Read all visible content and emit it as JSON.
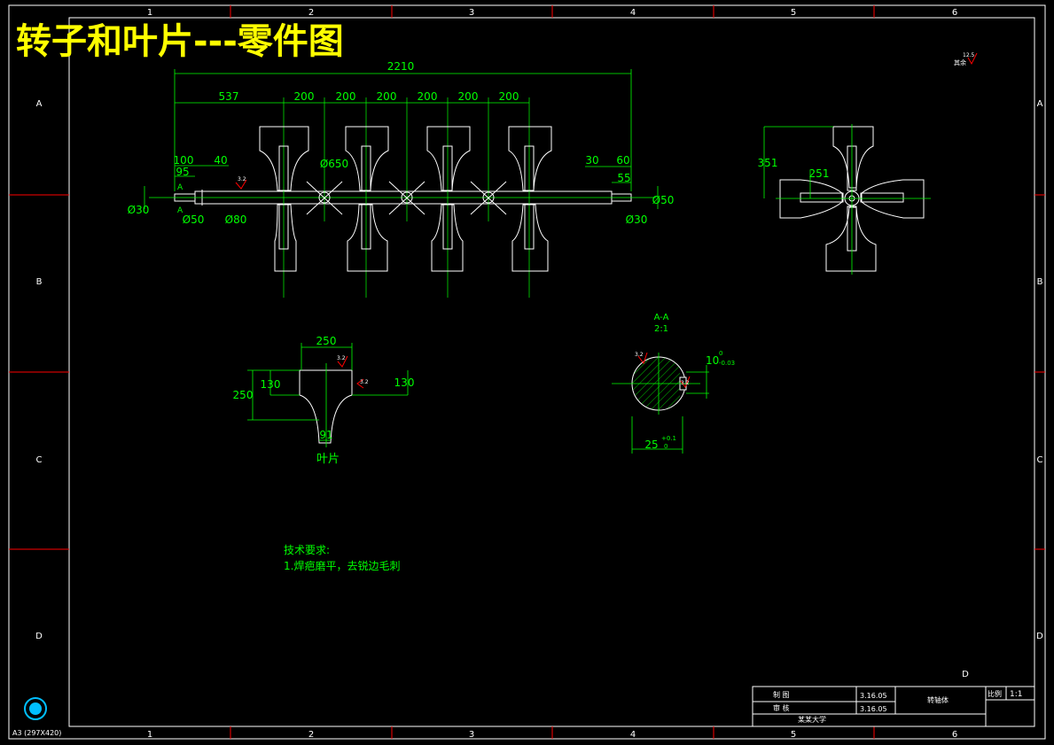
{
  "title": "转子和叶片---零件图",
  "colors": {
    "background": "#000000",
    "frame": "#ffffff",
    "zone_divider": "#ff0000",
    "dimension": "#00ff00",
    "title": "#ffff00",
    "roughness": "#ff0000"
  },
  "border": {
    "top_columns": [
      "1",
      "2",
      "3",
      "4",
      "5",
      "6"
    ],
    "bottom_columns": [
      "1",
      "2",
      "3",
      "4",
      "5",
      "6"
    ],
    "left_rows": [
      "A",
      "B",
      "C",
      "D"
    ],
    "right_rows": [
      "A",
      "B",
      "C",
      "D"
    ],
    "paper_size": "A3 (297X420)"
  },
  "rotor_view": {
    "dims": {
      "overall": "2210",
      "first": "537",
      "pitch": [
        "200",
        "200",
        "200",
        "200",
        "200",
        "200"
      ],
      "d100": "100",
      "d95": "95",
      "d40": "40",
      "d30": "30",
      "d60": "60",
      "d55": "55",
      "dia650": "Ø650",
      "dia30_left": "Ø30",
      "dia50_left": "Ø50",
      "dia80": "Ø80",
      "dia50_right": "Ø50",
      "dia30_right": "Ø30"
    },
    "section_mark_top": "A",
    "section_mark_bottom": "A",
    "roughness_top": "3.2"
  },
  "end_view": {
    "dims": {
      "d351": "351",
      "d251": "251"
    }
  },
  "blade_view": {
    "caption": "叶片",
    "dims": {
      "top": "250",
      "left_outer": "250",
      "left_inner": "130",
      "right": "130",
      "bottom": "91"
    },
    "roughness": [
      "3.2",
      "3.2"
    ]
  },
  "section_view": {
    "label": "A-A",
    "scale": "2:1",
    "dims": {
      "width": "10",
      "width_tol_upper": "0",
      "width_tol_lower": "-0.03",
      "diameter": "25",
      "dia_tol_upper": "+0.1",
      "dia_tol_lower": "0"
    },
    "roughness": [
      "3.2",
      "3.2"
    ]
  },
  "top_right_roughness": {
    "value": "12.5",
    "note": "其余"
  },
  "notes": {
    "title": "技术要求:",
    "items": [
      "1.焊疤磨平，去锐边毛刺"
    ]
  },
  "title_block": {
    "drawn_label": "制  图",
    "check_label": "审  核",
    "drawn_date": "3.16.05",
    "check_date": "3.16.05",
    "part_name": "转轴体",
    "scale_label": "比例",
    "scale_value": "1:1",
    "school": "某某大学",
    "zone_letter": "D"
  }
}
